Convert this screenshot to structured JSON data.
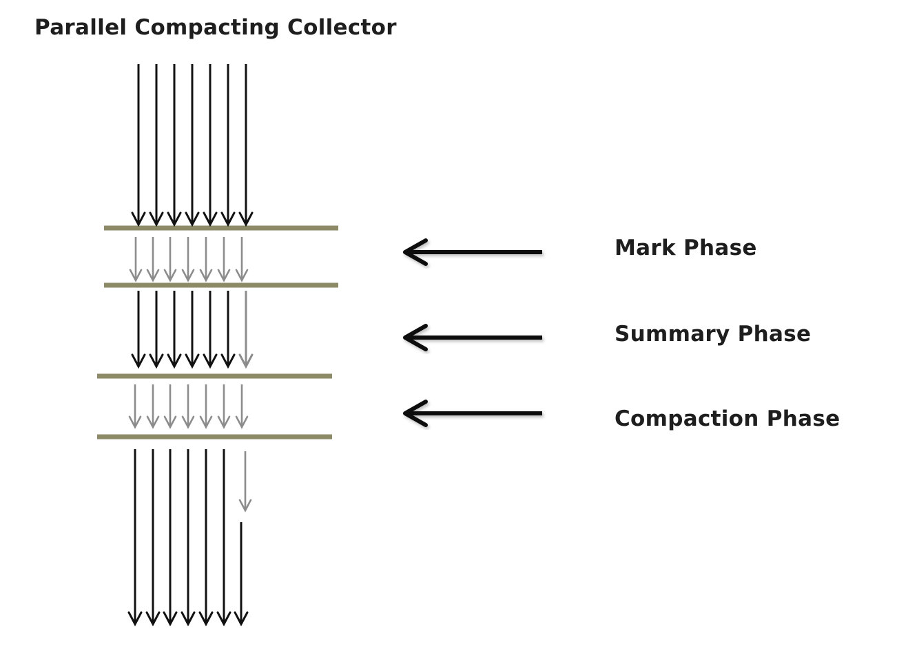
{
  "diagram": {
    "title": "Parallel Compacting Collector",
    "phases": [
      {
        "label": "Mark Phase"
      },
      {
        "label": "Summary Phase"
      },
      {
        "label": "Compaction Phase"
      }
    ],
    "colors": {
      "active_thread": "#111111",
      "idle_thread": "#8c8c8c",
      "barrier": "#8d8a67",
      "pointer_arrow": "#111111",
      "text": "#1e1e1e"
    },
    "thread_count": 7
  }
}
